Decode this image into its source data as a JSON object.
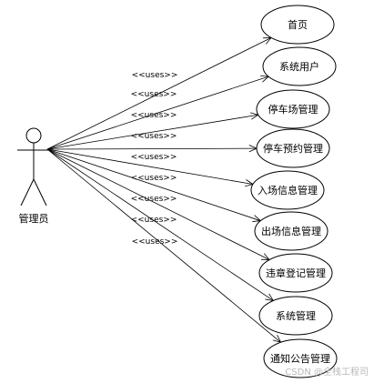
{
  "actor": {
    "label": "管理员"
  },
  "relation_label": "<<uses>>",
  "use_cases": [
    {
      "label": "首页"
    },
    {
      "label": "系统用户"
    },
    {
      "label": "停车场管理"
    },
    {
      "label": "停车预约管理"
    },
    {
      "label": "入场信息管理"
    },
    {
      "label": "出场信息管理"
    },
    {
      "label": "违章登记管理"
    },
    {
      "label": "系统管理"
    },
    {
      "label": "通知公告管理"
    }
  ],
  "watermark": "CSDN @全栈工程司"
}
